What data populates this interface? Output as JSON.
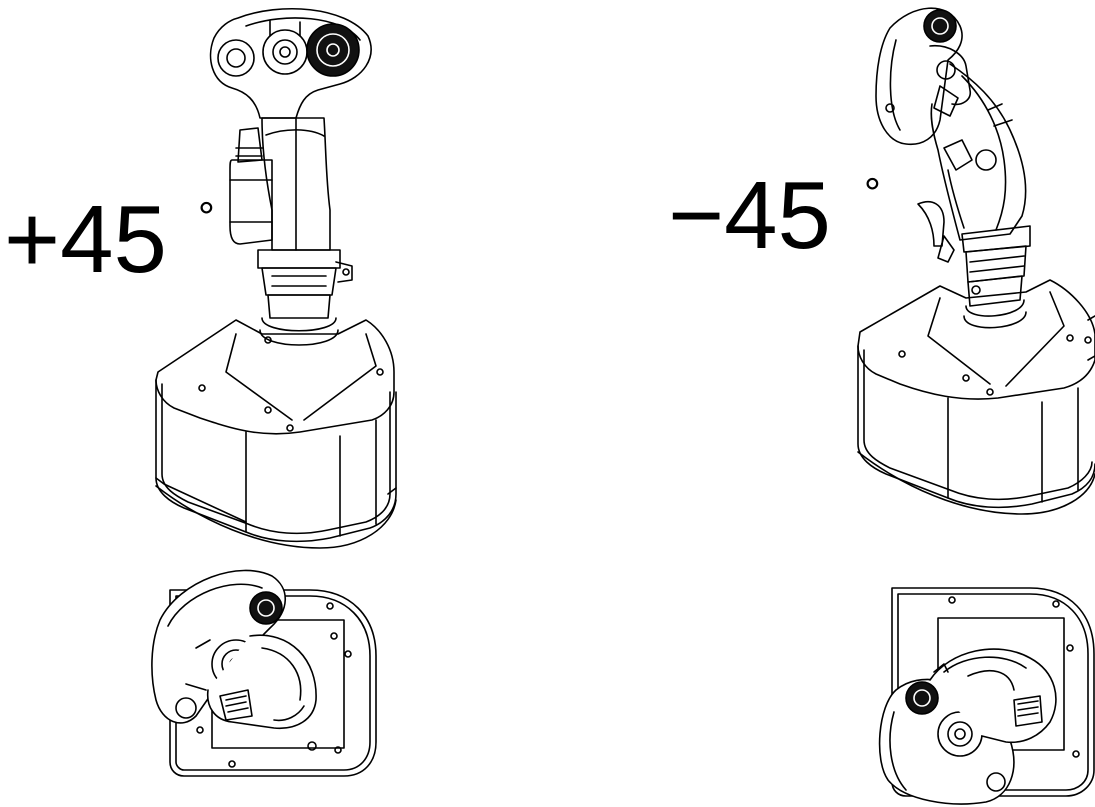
{
  "labels": {
    "positive": "+45",
    "negative": "−45",
    "degree": "°"
  },
  "colors": {
    "line": "#000000",
    "background": "#ffffff",
    "fill_dark": "#111111"
  },
  "views": [
    {
      "id": "left-front",
      "description_tag": "joystick-front-view-plus-45"
    },
    {
      "id": "right-front",
      "description_tag": "joystick-front-view-minus-45"
    },
    {
      "id": "left-top",
      "description_tag": "joystick-top-view-plus-45"
    },
    {
      "id": "right-top",
      "description_tag": "joystick-top-view-minus-45"
    }
  ]
}
